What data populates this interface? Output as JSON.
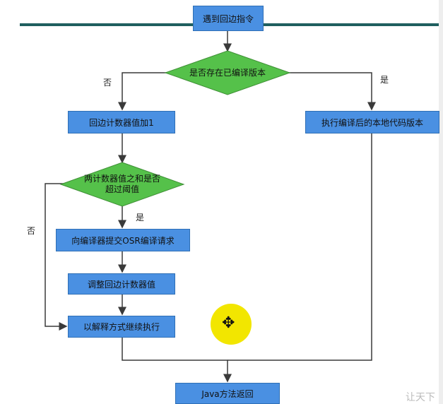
{
  "nodes": {
    "start": "遇到回边指令",
    "decision_compiled": "是否存在已编译版本",
    "counter_inc": "回边计数器值加1",
    "exec_native": "执行编译后的本地代码版本",
    "decision_threshold": "两计数器值之和是否\n超过阈值",
    "submit_osr": "向编译器提交OSR编译请求",
    "adjust_counter": "调整回边计数器值",
    "interpret": "以解释方式继续执行",
    "return": "Java方法返回"
  },
  "edge_labels": {
    "compiled_no": "否",
    "compiled_yes": "是",
    "threshold_no": "否",
    "threshold_yes": "是"
  },
  "watermark": "让天下",
  "colors": {
    "process_fill": "#4a90e2",
    "decision_fill": "#55c14a",
    "arrow": "#3a3a3a",
    "cursor_highlight": "#f2e600"
  }
}
